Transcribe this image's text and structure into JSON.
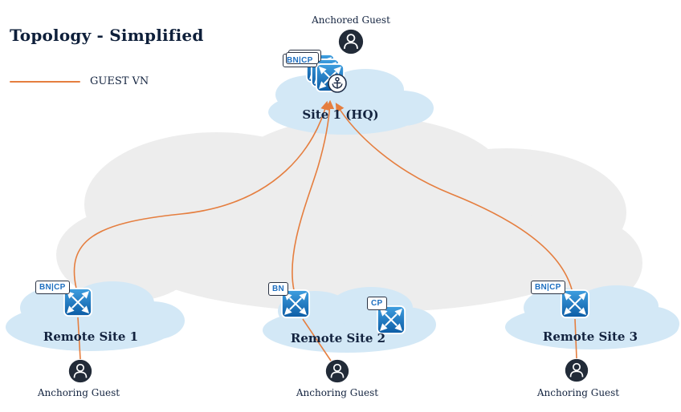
{
  "title": "Topology - Simplified",
  "legend": {
    "label": "GUEST VN",
    "line_color": "#E57E3F"
  },
  "colors": {
    "guest_vn_link": "#E57E3F",
    "site_cloud": "#D3E8F6",
    "wan_cloud": "#EDEDED",
    "switch_blue": "#1473C2",
    "device_label_text": "#1E6FC0",
    "text_dark": "#13233F",
    "person_circle": "#222B38"
  },
  "hq": {
    "name": "Site 1 (HQ)",
    "device_label": "BN|CP",
    "guest": "Anchored Guest"
  },
  "remote1": {
    "name": "Remote Site 1",
    "device_label": "BN|CP",
    "guest": "Anchoring Guest"
  },
  "remote2": {
    "name": "Remote Site 2",
    "device_label_bn": "BN",
    "device_label_cp": "CP",
    "guest": "Anchoring Guest"
  },
  "remote3": {
    "name": "Remote Site 3",
    "device_label": "BN|CP",
    "guest": "Anchoring Guest"
  }
}
